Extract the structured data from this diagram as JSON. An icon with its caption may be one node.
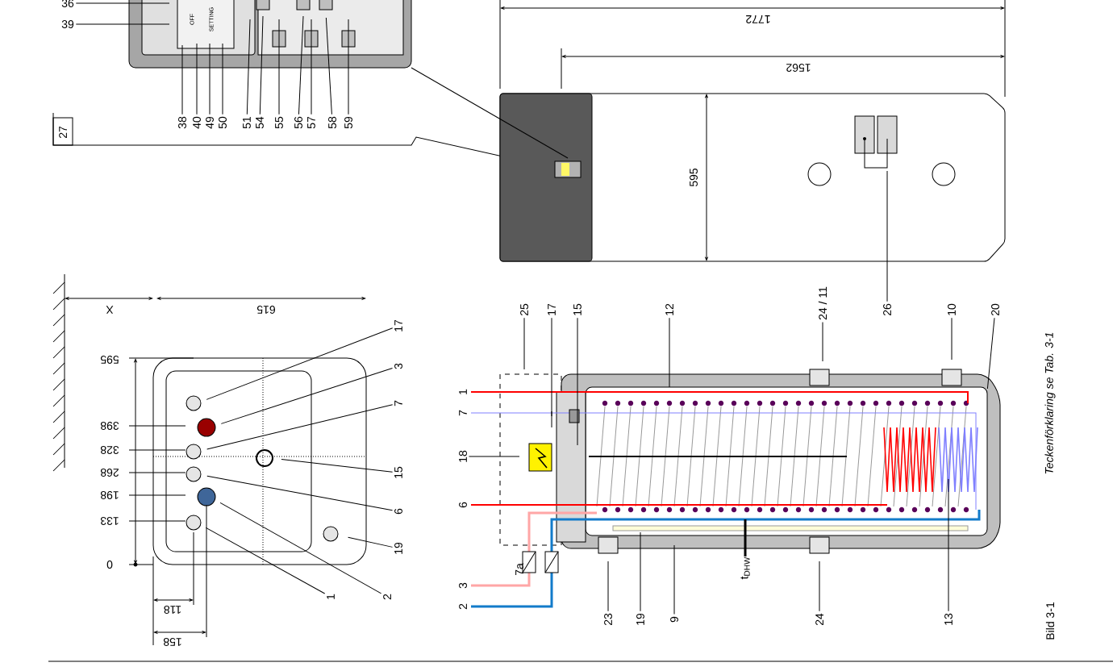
{
  "diagram": {
    "caption": "Teckenförklaring se Tab. 3-1",
    "nodes": [
      {
        "text": [
          "36"
        ]
      },
      {
        "text": [
          "39"
        ]
      },
      {
        "text": [
          "38"
        ]
      },
      {
        "text": [
          "40"
        ]
      },
      {
        "text": [
          "49"
        ]
      },
      {
        "text": [
          "50"
        ]
      },
      {
        "text": [
          "51"
        ]
      },
      {
        "text": [
          "54"
        ]
      },
      {
        "text": [
          "55"
        ]
      },
      {
        "text": [
          "56"
        ]
      },
      {
        "text": [
          "57"
        ]
      },
      {
        "text": [
          "58"
        ]
      },
      {
        "text": [
          "59"
        ]
      },
      {
        "text": [
          "17"
        ]
      },
      {
        "text": [
          "3"
        ]
      },
      {
        "text": [
          "7"
        ]
      },
      {
        "text": [
          "15"
        ]
      },
      {
        "text": [
          "6"
        ]
      },
      {
        "text": [
          "19"
        ]
      },
      {
        "text": [
          "1"
        ]
      },
      {
        "text": [
          "2"
        ]
      },
      {
        "text": [
          "18"
        ]
      },
      {
        "text": [
          "25"
        ]
      },
      {
        "text": [
          "17"
        ]
      },
      {
        "text": [
          "15"
        ]
      },
      {
        "text": [
          "12"
        ]
      },
      {
        "text": [
          "24 / 11"
        ]
      },
      {
        "text": [
          "26"
        ]
      },
      {
        "text": [
          "10"
        ]
      },
      {
        "text": [
          "20"
        ]
      },
      {
        "text": [
          "23"
        ]
      },
      {
        "text": [
          "19"
        ]
      },
      {
        "text": [
          "9"
        ]
      },
      {
        "text": [
          "24"
        ]
      },
      {
        "text": [
          "13"
        ]
      },
      {
        "text": [],
        "shape": "picture"
      },
      {
        "text": [
          "OFF",
          "SETTING"
        ],
        "in": 35
      },
      {
        "text": [],
        "shape": "picture"
      }
    ],
    "edges": [
      {
        "from": 0,
        "to": 35,
        "arrow": "none"
      },
      {
        "from": 1,
        "to": 35,
        "arrow": "none"
      },
      {
        "from": 2,
        "to": 36,
        "arrow": "none"
      },
      {
        "from": 3,
        "to": 36,
        "arrow": "none"
      },
      {
        "from": 4,
        "to": 36,
        "arrow": "none"
      },
      {
        "from": 5,
        "to": 36,
        "arrow": "none"
      },
      {
        "from": 6,
        "to": 35,
        "arrow": "none"
      },
      {
        "from": 7,
        "to": 35,
        "arrow": "none"
      },
      {
        "from": 8,
        "to": 35,
        "arrow": "none"
      },
      {
        "from": 9,
        "to": 35,
        "arrow": "none"
      },
      {
        "from": 10,
        "to": 35,
        "arrow": "none"
      },
      {
        "from": 11,
        "to": 35,
        "arrow": "none"
      },
      {
        "from": 12,
        "to": 35,
        "arrow": "none"
      },
      {
        "from": 13,
        "to": null,
        "arrow": "none"
      },
      {
        "from": 14,
        "to": null,
        "arrow": "none"
      },
      {
        "from": 15,
        "to": null,
        "arrow": "none"
      },
      {
        "from": 16,
        "to": null,
        "arrow": "none"
      },
      {
        "from": 17,
        "to": null,
        "arrow": "none"
      },
      {
        "from": 18,
        "to": null,
        "arrow": "none"
      },
      {
        "from": 19,
        "to": null,
        "arrow": "none"
      },
      {
        "from": 20,
        "to": null,
        "arrow": "none"
      },
      {
        "from": 21,
        "to": null,
        "arrow": "none"
      },
      {
        "from": 22,
        "to": null,
        "arrow": "none"
      },
      {
        "from": 23,
        "to": null,
        "arrow": "none"
      },
      {
        "from": 24,
        "to": null,
        "arrow": "none"
      },
      {
        "from": 25,
        "to": null,
        "arrow": "none"
      },
      {
        "from": 26,
        "to": null,
        "arrow": "none"
      },
      {
        "from": 27,
        "to": 37,
        "arrow": "none"
      },
      {
        "from": 28,
        "to": null,
        "arrow": "none"
      },
      {
        "from": 29,
        "to": null,
        "arrow": "none"
      },
      {
        "from": 30,
        "to": null,
        "arrow": "none"
      },
      {
        "from": 31,
        "to": null,
        "arrow": "none"
      },
      {
        "from": 32,
        "to": null,
        "arrow": "none"
      },
      {
        "from": 33,
        "to": null,
        "arrow": "none"
      },
      {
        "from": 34,
        "to": null,
        "arrow": "none"
      },
      {
        "from": 35,
        "to": 37,
        "arrow": "none"
      }
    ],
    "labels": [
      "27",
      "1772",
      "1562",
      "595",
      "X",
      "615",
      "595",
      "398",
      "328",
      "268",
      "198",
      "133",
      "0",
      "118",
      "158",
      "1",
      "7",
      "6",
      "3",
      "2",
      "7a",
      "t$_{DHW}$",
      "Bild 3-1"
    ]
  }
}
